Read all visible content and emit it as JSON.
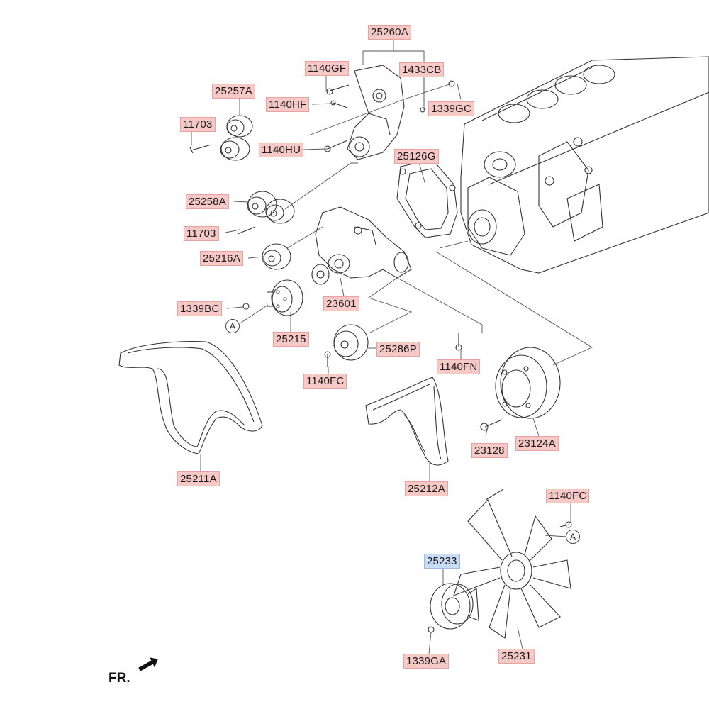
{
  "labels": {
    "p25260A": "25260A",
    "p1140GF": "1140GF",
    "p1433CB": "1433CB",
    "p25257A": "25257A",
    "p1140HF": "1140HF",
    "p1339GC": "1339GC",
    "p11703a": "11703",
    "p1140HU": "1140HU",
    "p25126G": "25126G",
    "p25258A": "25258A",
    "p11703b": "11703",
    "p25216A": "25216A",
    "p1339BC": "1339BC",
    "p23601": "23601",
    "p25215": "25215",
    "p25286P": "25286P",
    "p1140FN": "1140FN",
    "p1140FCa": "1140FC",
    "p23128": "23128",
    "p23124A": "23124A",
    "p25211A": "25211A",
    "p25212A": "25212A",
    "p1140FCb": "1140FC",
    "p25233": "25233",
    "p1339GA": "1339GA",
    "p25231": "25231"
  },
  "callouts": {
    "ref_a1": "A",
    "ref_a2": "A"
  },
  "direction": {
    "fr_label": "FR."
  },
  "colors": {
    "label_fill": "#f7c9c6",
    "label_highlight": "#c9dcf5",
    "line": "#333333"
  }
}
